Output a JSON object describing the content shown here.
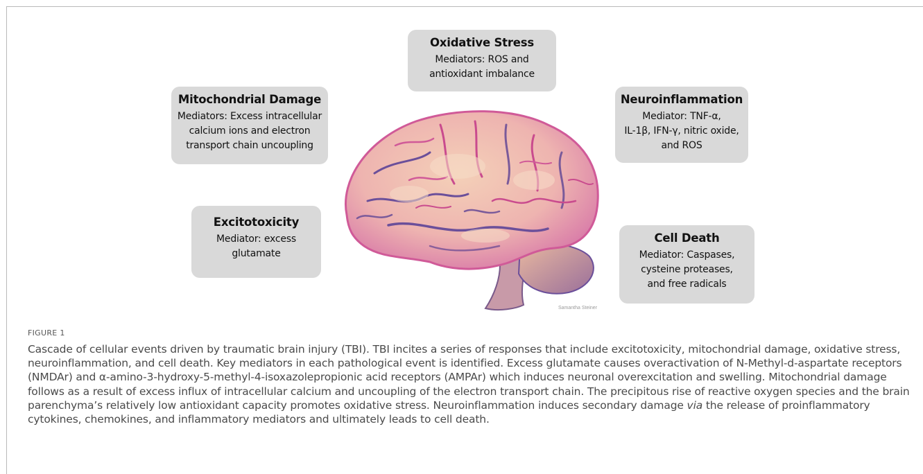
{
  "figure": {
    "boxes": {
      "oxidative": {
        "title": "Oxidative Stress",
        "line1": "Mediators: ROS and",
        "line2": "antioxidant imbalance"
      },
      "mito": {
        "title": "Mitochondrial Damage",
        "line1": "Mediators: Excess intracellular",
        "line2": "calcium ions and electron",
        "line3": "transport chain uncoupling"
      },
      "neuro": {
        "title": "Neuroinflammation",
        "line1": "Mediator: TNF-α,",
        "line2": "IL-1β, IFN-γ, nitric oxide,",
        "line3": "and ROS"
      },
      "excito": {
        "title": "Excitotoxicity",
        "line1": "Mediator: excess",
        "line2": "glutamate"
      },
      "death": {
        "title": "Cell Death",
        "line1": "Mediator: Caspases,",
        "line2": "cysteine proteases,",
        "line3": "and  free radicals"
      }
    },
    "signature": "Samantha Steiner",
    "colors": {
      "box_fill": "#d9d9d9",
      "brain_pink": "#e58fb6",
      "brain_peach": "#f2c4a8",
      "brain_purple": "#6b4f9a"
    }
  },
  "caption": {
    "label": "FIGURE 1",
    "text_part1": "Cascade of cellular events driven by traumatic brain injury (TBI). TBI incites a series of responses that include excitotoxicity, mitochondrial damage, oxidative stress, neuroinflammation, and cell death. Key mediators in each pathological event is identified. Excess glutamate causes overactivation of N-Methyl-d-aspartate receptors (NMDAr) and α-amino-3-hydroxy-5-methyl-4-isoxazolepropionic acid receptors (AMPAr) which induces neuronal overexcitation and swelling. Mitochondrial damage follows as a result of excess influx of intracellular calcium and uncoupling of the electron transport chain. The precipitous rise of reactive oxygen species and the brain parenchyma’s relatively low antioxidant capacity promotes oxidative stress. Neuroinflammation induces secondary damage ",
    "text_italic": "via",
    "text_part2": " the release of proinflammatory cytokines, chemokines, and inflammatory mediators and ultimately leads to cell death."
  }
}
